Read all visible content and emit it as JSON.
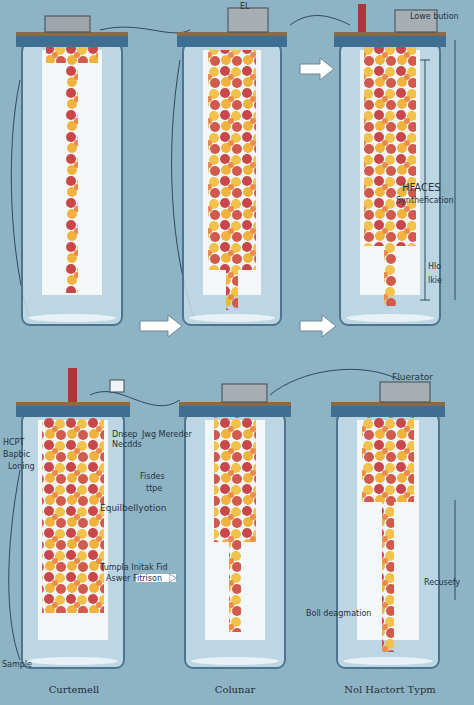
{
  "diagram": {
    "nodes": [
      {
        "text": [
          "Curtemell"
        ]
      },
      {
        "text": [
          "Colunar"
        ]
      },
      {
        "text": [
          "Nol Hactort Typm"
        ]
      }
    ],
    "edges": [
      {
        "from": 0,
        "to": 1,
        "arrow": "to"
      }
    ],
    "labels": [
      "EL",
      "Lowe bution",
      "HFACES",
      "Synthefication",
      "Hlo",
      "lkie",
      "Fluerator",
      "Recusefy",
      "HCPT",
      "Bapbic",
      "Loning",
      "Dnsep",
      "Necdds",
      "Jwg Mereder",
      "Fisdes",
      "ttpe",
      "Equilbellyotion",
      "Tumpla Initak Fid",
      "Aswer Fitrison",
      "Boll deagmation",
      "Sample"
    ]
  }
}
